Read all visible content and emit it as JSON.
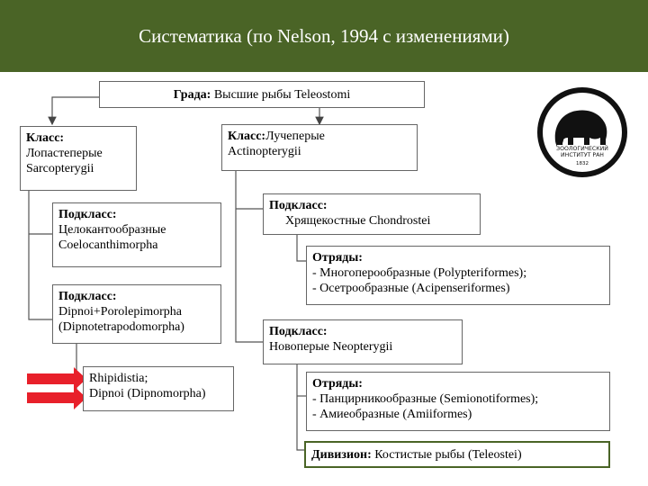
{
  "header": {
    "title": "Систематика (по Nelson, 1994 с изменениями)"
  },
  "colors": {
    "header_bg": "#4a6426",
    "arrow": "#e8202a",
    "accent_border": "#4a6426"
  },
  "nodes": {
    "grada": {
      "label": "Града:",
      "text": " Высшие рыбы Teleostomi"
    },
    "sarcopterygii": {
      "label": "Класс:",
      "line2": "Лопастеперые",
      "line3": "Sarcopterygii"
    },
    "actinopterygii": {
      "label": "Класс:",
      "line1_rest": "Лучеперые",
      "line2": "Actinopterygii"
    },
    "coelacanthimorpha": {
      "label": "Подкласс:",
      "line2": "Целокантообразные",
      "line3": "Coelocanthimorpha"
    },
    "dipnotetrapodomorpha": {
      "label": "Подкласс:",
      "line2": "Dipnoi+Porolepimorpha",
      "line3": "(Dipnotetrapodomorpha)"
    },
    "rhipidistia": {
      "line1": "Rhipidistia;",
      "line2": "Dipnoi (Dipnomorpha)"
    },
    "chondrostei": {
      "label": "Подкласс:",
      "line2": "Хрящекостные Chondrostei"
    },
    "chondrostei_orders": {
      "label": "Отряды:",
      "line2": "- Многоперообразные (Polypteriformes);",
      "line3": "- Осетрообразные (Acipenseriformes)"
    },
    "neopterygii": {
      "label": "Подкласс:",
      "line2": "Новоперые Neopterygii"
    },
    "neopterygii_orders": {
      "label": "Отряды:",
      "line2": "- Панцирникообразные (Semionotiformes);",
      "line3": "- Амиеобразные (Amiiformes)"
    },
    "teleostei": {
      "label": "Дивизион:",
      "text": " Костистые рыбы (Teleostei)"
    }
  },
  "logo": {
    "icon": "mammoth-seal-icon",
    "line1": "ЗООЛОГИЧЕСКИЙ",
    "line2": "ИНСТИТУТ РАН",
    "year": "1832"
  }
}
